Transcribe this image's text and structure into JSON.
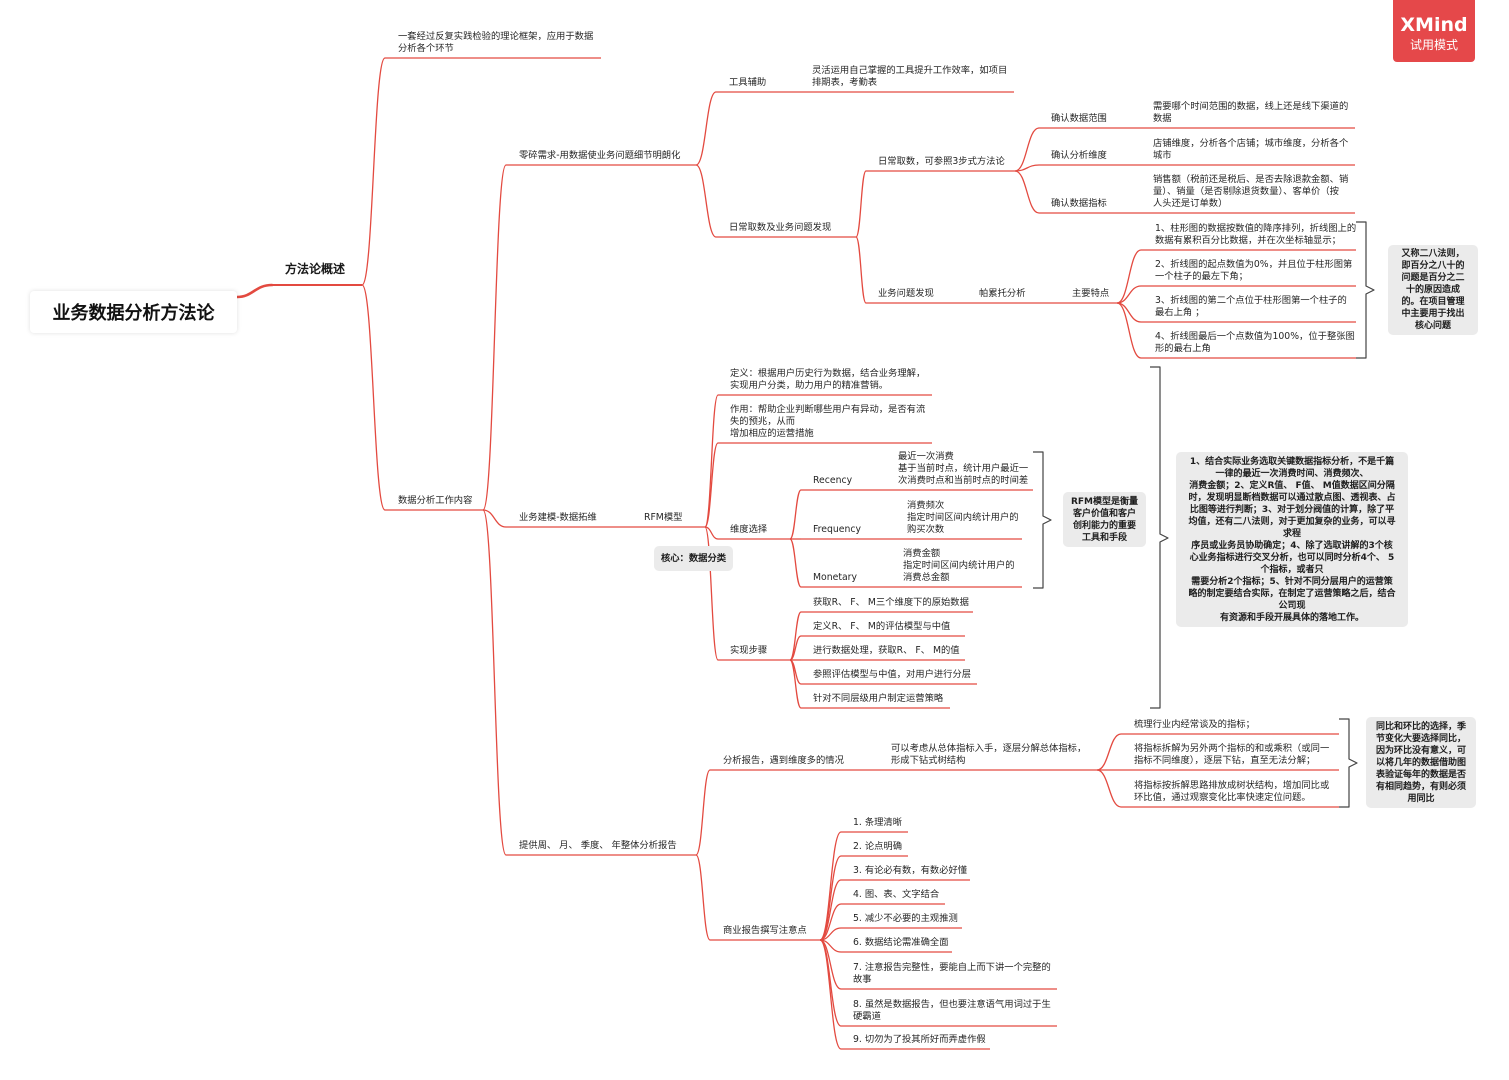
{
  "app": {
    "brand": "XMind",
    "mode": "试用模式"
  },
  "colors": {
    "branch_line": "#e34a40",
    "summary_bracket": "#444444",
    "summary_fill": "#ebebeb",
    "badge": "#e5484a"
  },
  "root": {
    "title": "业务数据分析方法论"
  },
  "overview": {
    "title": "方法论概述",
    "description": "一套经过反复实践检验的理论框架，应用于数据\n分析各个环节",
    "work_content": "数据分析工作内容"
  },
  "adhoc": {
    "title": "零碎需求-用数据使业务问题细节明朗化",
    "tools": {
      "title": "工具辅助",
      "description": "灵活运用自己掌握的工具提升工作效率，如项目\n排期表，考勤表"
    },
    "daily": {
      "title": "日常取数及业务问题发现",
      "extraction": {
        "title": "日常取数，可参照3步式方法论",
        "steps": [
          {
            "title": "确认数据范围",
            "description": "需要哪个时间范围的数据，线上还是线下渠道的\n数据"
          },
          {
            "title": "确认分析维度",
            "description": "店铺维度，分析各个店铺；城市维度，分析各个\n城市"
          },
          {
            "title": "确认数据指标",
            "description": "销售额（税前还是税后、是否去除退款金额、销\n量）、销量（是否剔除退货数量）、客单价（按\n人头还是订单数）"
          }
        ]
      },
      "discovery": {
        "title": "业务问题发现",
        "method": "帕累托分析",
        "features_title": "主要特点",
        "features": [
          "1、柱形图的数据按数值的降序排列，折线图上的\n数据有累积百分比数据，并在次坐标轴显示；",
          "2、折线图的起点数值为0%，并且位于柱形图第\n一个柱子的最左下角；",
          "3、折线图的第二个点位于柱形图第一个柱子的\n最右上角 ；",
          "4、折线图最后一个点数值为100%，位于整张图\n形的最右上角"
        ],
        "summary": "又称二八法则，\n即百分之八十的\n问题是百分之二\n十的原因造成\n的。在项目管理\n中主要用于找出\n核心问题"
      }
    }
  },
  "modeling": {
    "title": "业务建模-数据拓维",
    "model": "RFM模型",
    "core": "核心：数据分类",
    "definition": "定义：根据用户历史行为数据，结合业务理解，\n实现用户分类，助力用户的精准营销。",
    "role": "作用：帮助企业判断哪些用户有异动，是否有流\n失的预兆，从而\n增加相应的运营措施",
    "dimensions": {
      "title": "维度选择",
      "items": [
        {
          "name": "Recency",
          "description": "最近一次消费\n基于当前时点，统计用户最近一\n次消费时点和当前时点的时间差"
        },
        {
          "name": "Frequency",
          "description": "消费频次\n指定时间区间内统计用户的\n购买次数"
        },
        {
          "name": "Monetary",
          "description": "消费金额\n指定时间区间内统计用户的\n消费总金额"
        }
      ],
      "summary": "RFM模型是衡量\n客户价值和客户\n创利能力的重要\n工具和手段"
    },
    "steps": {
      "title": "实现步骤",
      "items": [
        "获取R、 F、 M三个维度下的原始数据",
        "定义R、 F、 M的评估模型与中值",
        "进行数据处理，获取R、 F、 M的值",
        "参照评估模型与中值，对用户进行分层",
        "针对不同层级用户制定运营策略"
      ]
    },
    "summary": "1、结合实际业务选取关键数据指标分析，不是千篇\n一律的最近一次消费时间、消费频次、\n消费金额；2、定义R值、 F值、 M值数据区间分隔\n时，发现明显断档数据可以通过散点图、透视表、占\n比图等进行判断；3、对于划分阀值的计算，除了平\n均值，还有二八法则，对于更加复杂的业务，可以寻\n求程\n序员或业务员协助确定；4、除了选取讲解的3个核\n心业务指标进行交叉分析，也可以同时分析4个、 5\n个指标，或者只\n需要分析2个指标；5、针对不同分层用户的运营策\n略的制定要结合实际，在制定了运营策略之后，结合\n公司现\n有资源和手段开展具体的落地工作。"
  },
  "reporting": {
    "title": "提供周、 月、 季度、 年整体分析报告",
    "multi_dimension": {
      "title": "分析报告，遇到维度多的情况",
      "approach": "可以考虑从总体指标入手，逐层分解总体指标，\n形成下钻式树结构",
      "items": [
        "梳理行业内经常谈及的指标；",
        "将指标拆解为另外两个指标的和或乘积（或同一\n指标不同维度），逐层下钻，直至无法分解；",
        "将指标按拆解思路排放成树状结构，增加同比或\n环比值，通过观察变化比率快速定位问题。"
      ],
      "summary": "同比和环比的选择，季\n节变化大要选择同比，\n因为环比没有意义，可\n以将几年的数据借助图\n表验证每年的数据是否\n有相同趋势，有则必须\n用同比"
    },
    "writing": {
      "title": "商业报告撰写注意点",
      "items": [
        "1. 条理清晰",
        "2. 论点明确",
        "3. 有论必有数，有数必好懂",
        "4. 图、表、文字结合",
        "5. 减少不必要的主观推测",
        "6. 数据结论需准确全面",
        "7. 注意报告完整性，要能自上而下讲一个完整的\n故事",
        "8. 虽然是数据报告，但也要注意语气用词过于生\n硬霸道",
        "9. 切勿为了投其所好而弄虚作假"
      ]
    }
  }
}
